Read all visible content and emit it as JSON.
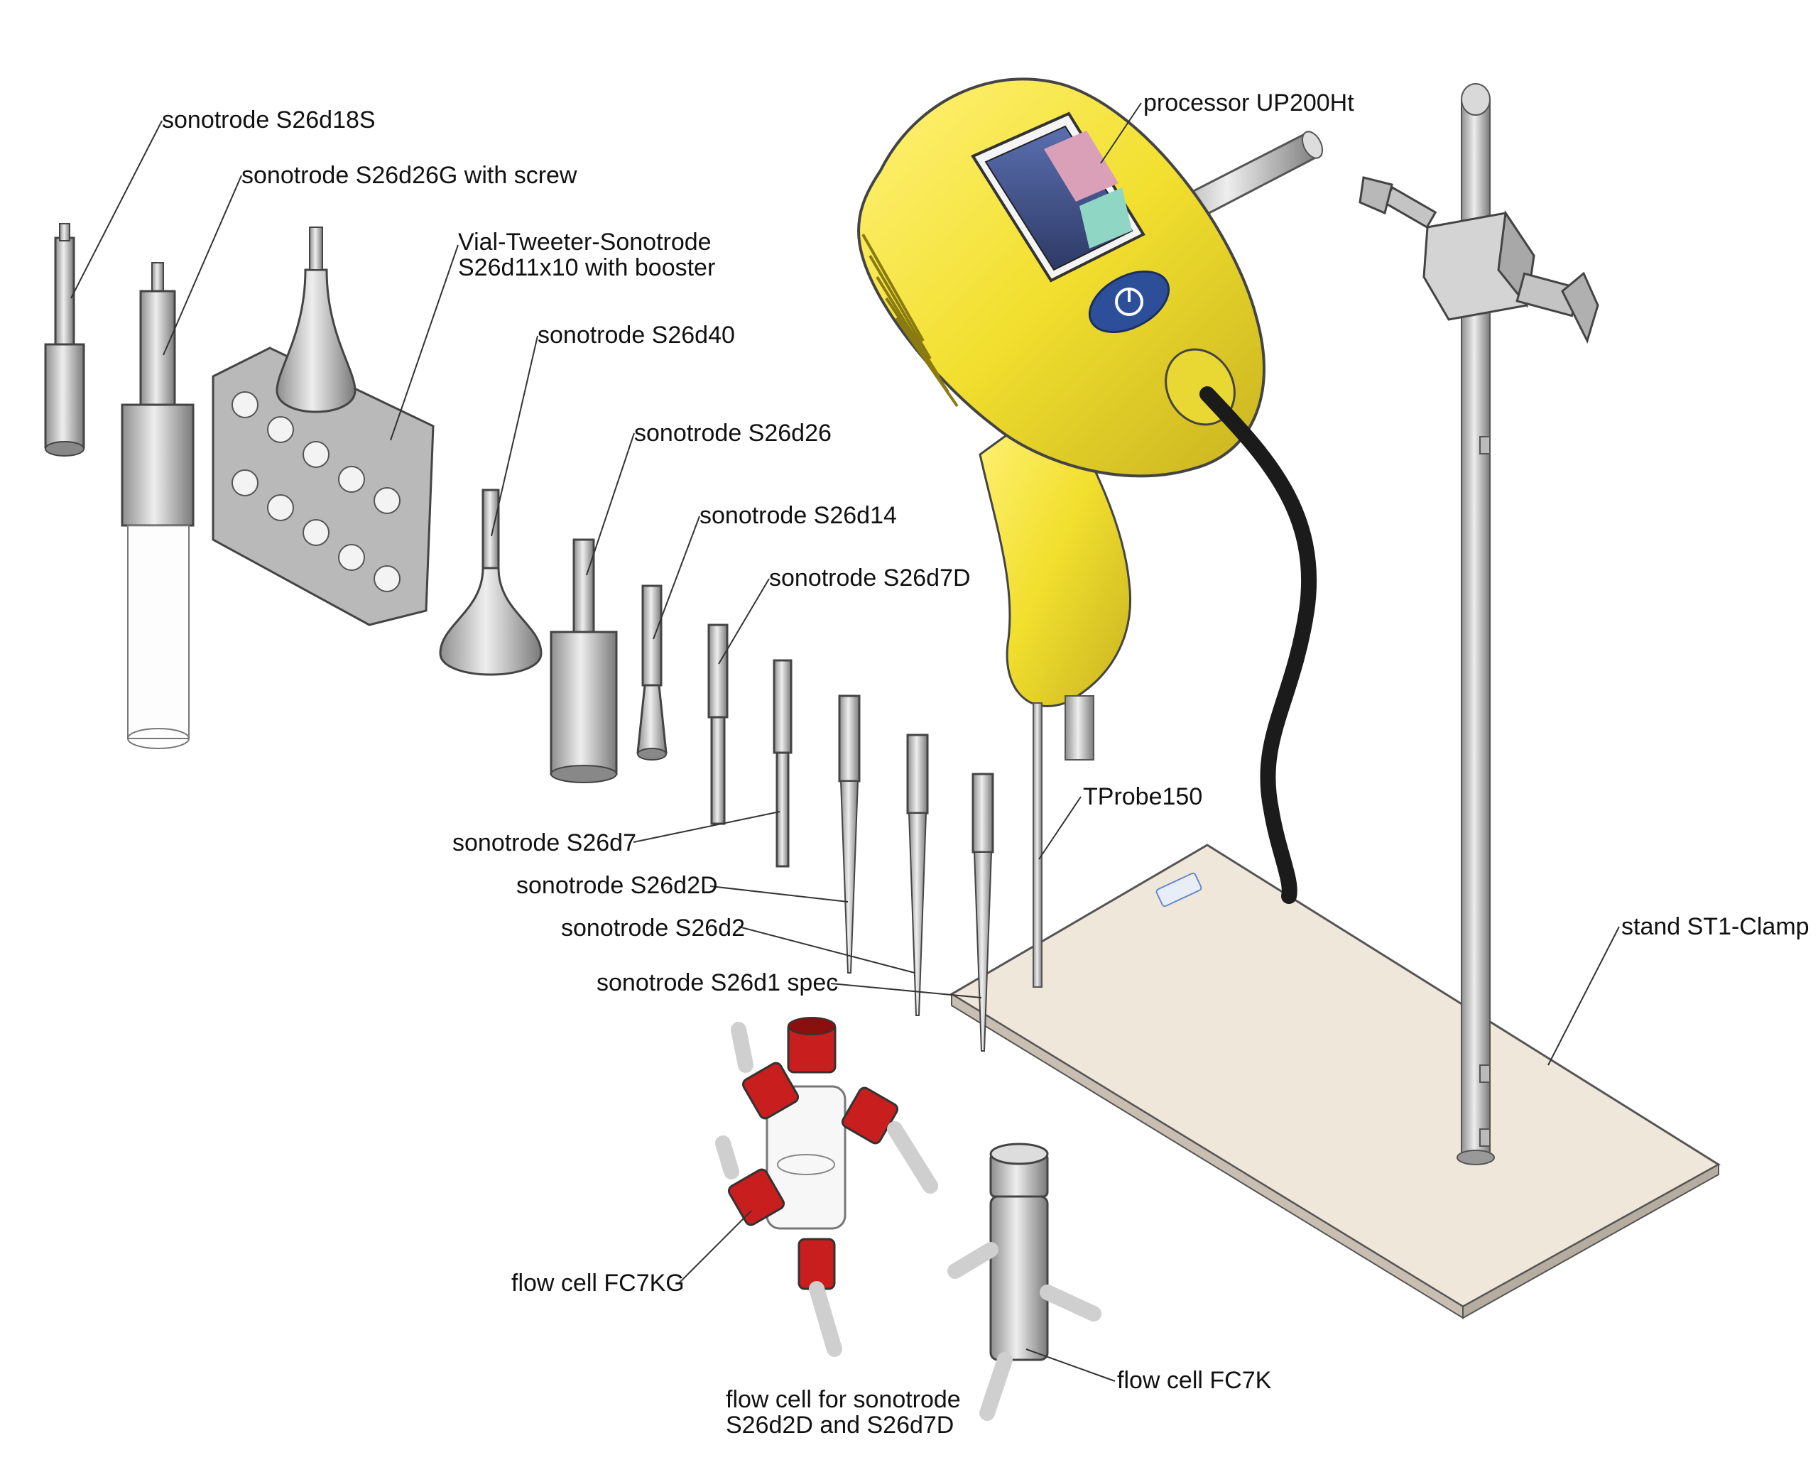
{
  "title": "UP200Ht ultrasonic processor with sonotrodes, flow cells and stand",
  "colors": {
    "processor_body": "#f2df2e",
    "processor_shade": "#c9b420",
    "screen": "#3a4a7a",
    "metal": "#c9c9c9",
    "metal_dark": "#8c8c8c",
    "cap_red": "#c81e1e",
    "plate": "#efe7da",
    "cable": "#1b1b1b"
  },
  "labels": {
    "s26d18s": "sonotrode S26d18S",
    "s26d26g": "sonotrode S26d26G with screw",
    "vial_tweeter_line1": "Vial-Tweeter-Sonotrode",
    "vial_tweeter_line2": "S26d11x10 with booster",
    "s26d40": "sonotrode S26d40",
    "s26d26": "sonotrode S26d26",
    "s26d14": "sonotrode S26d14",
    "s26d7d": "sonotrode S26d7D",
    "s26d7": "sonotrode S26d7",
    "s26d2d": "sonotrode S26d2D",
    "s26d2": "sonotrode S26d2",
    "s26d1spec": "sonotrode S26d1 spec",
    "processor": "processor UP200Ht",
    "tprobe": "TProbe150",
    "stand": "stand ST1-Clamp",
    "fc7kg": "flow cell FC7KG",
    "fc7k": "flow cell FC7K",
    "flowcell_line1": "flow cell for sonotrode",
    "flowcell_line2": "S26d2D and S26d7D"
  }
}
